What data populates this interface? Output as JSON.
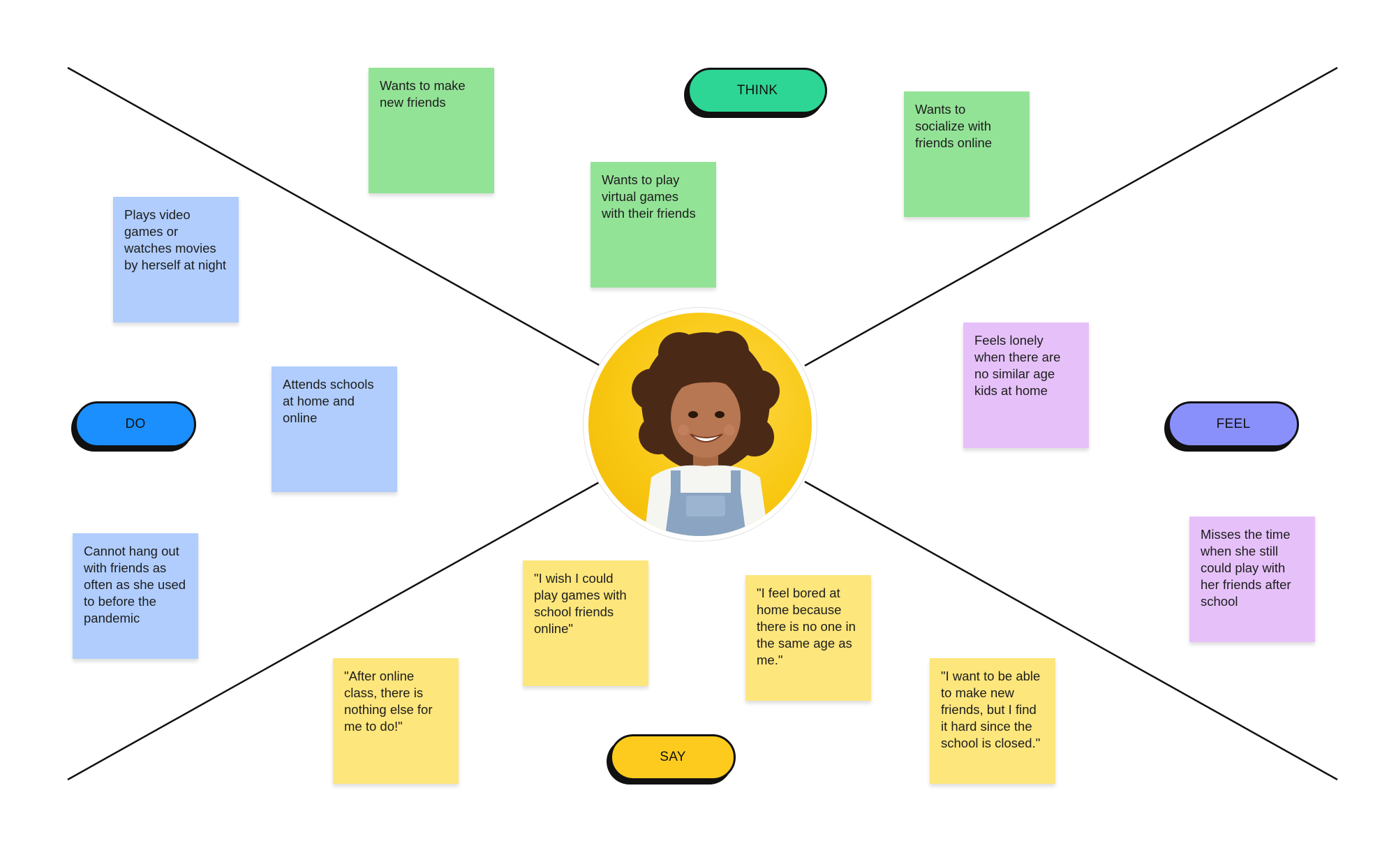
{
  "colors": {
    "think": "#2dd694",
    "do": "#1a8ffd",
    "feel": "#8a90fb",
    "say": "#fdcb1e",
    "note_green": "#93e397",
    "note_blue": "#b0cdfd",
    "note_yellow": "#fde67c",
    "note_purple": "#e6c1f9"
  },
  "quadrant_labels": {
    "think": "THINK",
    "do": "DO",
    "feel": "FEEL",
    "say": "SAY"
  },
  "think_notes": [
    "Wants to make new friends",
    "Wants to play virtual games with their friends",
    "Wants to socialize with friends online"
  ],
  "do_notes": [
    "Plays video games or watches movies by herself at night",
    "Attends schools at home and online",
    "Cannot hang out with friends as often as she used to before the pandemic"
  ],
  "feel_notes": [
    "Feels lonely when there are no similar age kids at home",
    "Misses the time when she still could play with her friends after school"
  ],
  "say_notes": [
    "\"I wish I could play games with school friends online\"",
    "\"I feel bored at home because there is no one in the same age as me.\"",
    "\"After online class, there is nothing else for me to do!\"",
    "\"I want to be able to make new friends, but I find it hard since the school is closed.\""
  ],
  "persona": {
    "image": "smiling-girl-portrait"
  }
}
